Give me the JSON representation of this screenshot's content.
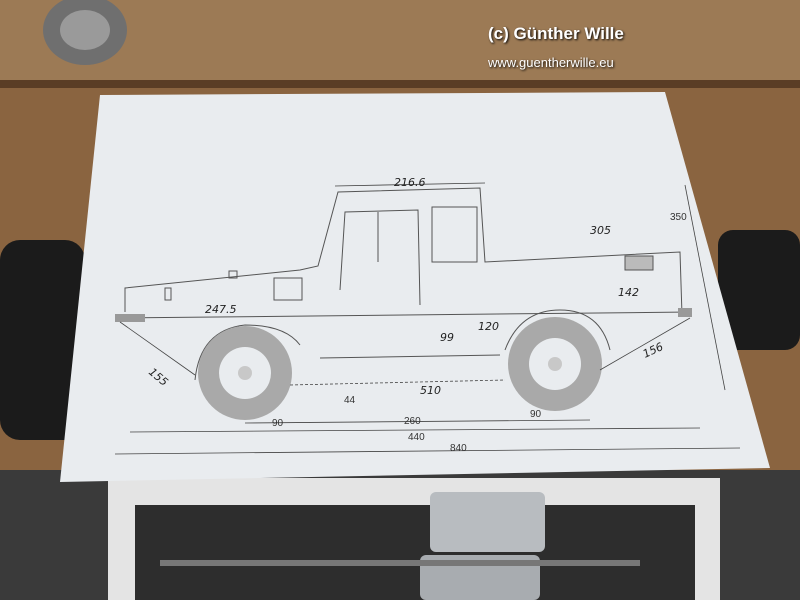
{
  "watermark": {
    "copyright": "(c) Günther Wille",
    "url": "www.guentherwille.eu"
  },
  "drawing": {
    "handwritten": {
      "roof_length": "216.6",
      "height_305": "305",
      "bed_length": "142",
      "front_overhang": "247.5",
      "clearance_120": "120",
      "clearance_99": "99",
      "front_angle": "155",
      "rear_angle": "156",
      "wheel_gap": "510"
    },
    "printed": {
      "height_total": "350",
      "ground_clearance": "44",
      "front_overhang": "90",
      "wheelbase": "260",
      "rear_overhang": "90",
      "track_length": "440",
      "total_length": "840"
    }
  },
  "colors": {
    "paper": "#e9ecef",
    "bench": "#8a6440",
    "ink": "#444444",
    "tire": "#a9a9a9"
  }
}
